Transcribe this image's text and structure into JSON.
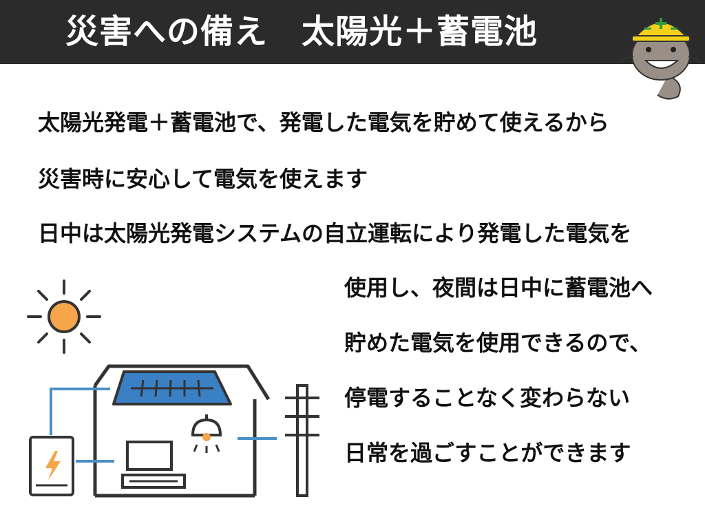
{
  "slide": {
    "title": "災害への備え　太陽光＋蓄電池",
    "lines": [
      "太陽光発電＋蓄電池で、発電した電気を貯めて使えるから",
      "災害時に安心して電気を使えます",
      "日中は太陽光発電システムの自立運転により発電した電気を",
      "使用し、夜間は日中に蓄電池へ",
      "貯めた電気を使用できるので、",
      "停電することなく変わらない",
      "日常を過ごすことができます"
    ]
  },
  "colors": {
    "title_bar": "#2b2b2b",
    "title_text": "#ffffff",
    "body_text": "#111111",
    "solar_panel": "#3b7fc4",
    "wiring": "#4a90c8",
    "sun": "#f5a64b",
    "bolt": "#f5a64b",
    "outline": "#333333",
    "helmet": "#f3d11a"
  },
  "icons": [
    "mascot-worker-icon",
    "sun-icon",
    "house-icon",
    "solar-panel-icon",
    "battery-icon",
    "lightning-bolt-icon",
    "ceiling-lamp-icon",
    "computer-icon",
    "utility-pole-icon"
  ]
}
